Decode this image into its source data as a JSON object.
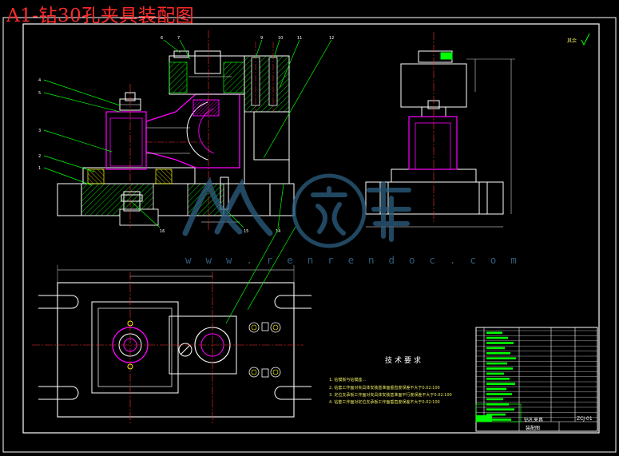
{
  "title": "A1-钻30孔夹具装配图",
  "watermark": {
    "brand": "人人文库",
    "url": "w w w . r e n r e n d o c . c o m"
  },
  "colors": {
    "background": "#000000",
    "frame": "#ffffff",
    "outline": "#ffffff",
    "part": "#ff00ff",
    "hatch": "#00ff00",
    "leader": "#00ff00",
    "center": "#ff3030",
    "annotation": "#ffff00",
    "watermark": "#2d5f82",
    "title": "#ff2a2a"
  },
  "roughness_note": "其余",
  "tech_requirements": {
    "title": "技术要求",
    "items": [
      "1. 钻模板与钻模座...",
      "2. 钻套工作面对夹具体安装基准面垂直度误差不大于0.02:100",
      "3. 定位支承板工作面对夹具体安装基准面平行度误差不大于0.02:100",
      "4. 钻套工作面对定位支承板工作面垂直度误差不大于0.02:100"
    ]
  },
  "title_block": {
    "name": "钻孔夹具",
    "drawing_no": "ZCJ-01",
    "label": "装配图"
  },
  "views": {
    "front": "front-view",
    "side": "side-view",
    "top": "top-view"
  }
}
